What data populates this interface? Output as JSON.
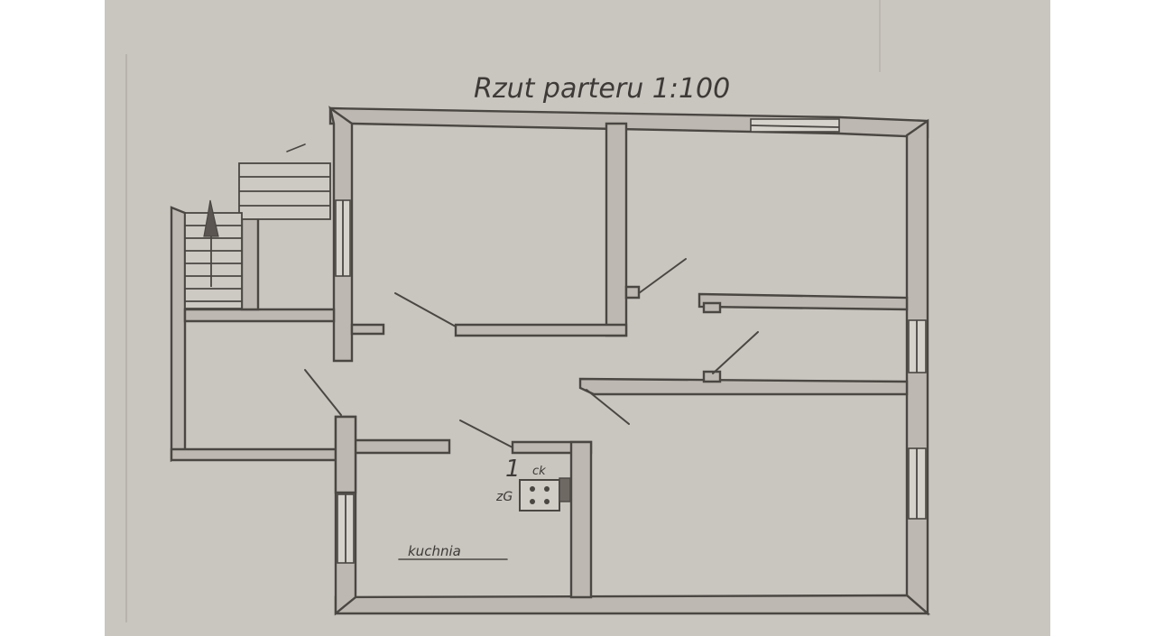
{
  "drawing": {
    "title": "Rzut parteru 1:100",
    "kitchen_label": "kuchnia",
    "stove_number": "1",
    "stove_symbol": "ck",
    "stove_mark": "zG"
  },
  "colors": {
    "paper": "#c9c5bf",
    "ink": "#4a4642",
    "wall_fill": "#bdb8b1",
    "margin": "#ffffff"
  }
}
